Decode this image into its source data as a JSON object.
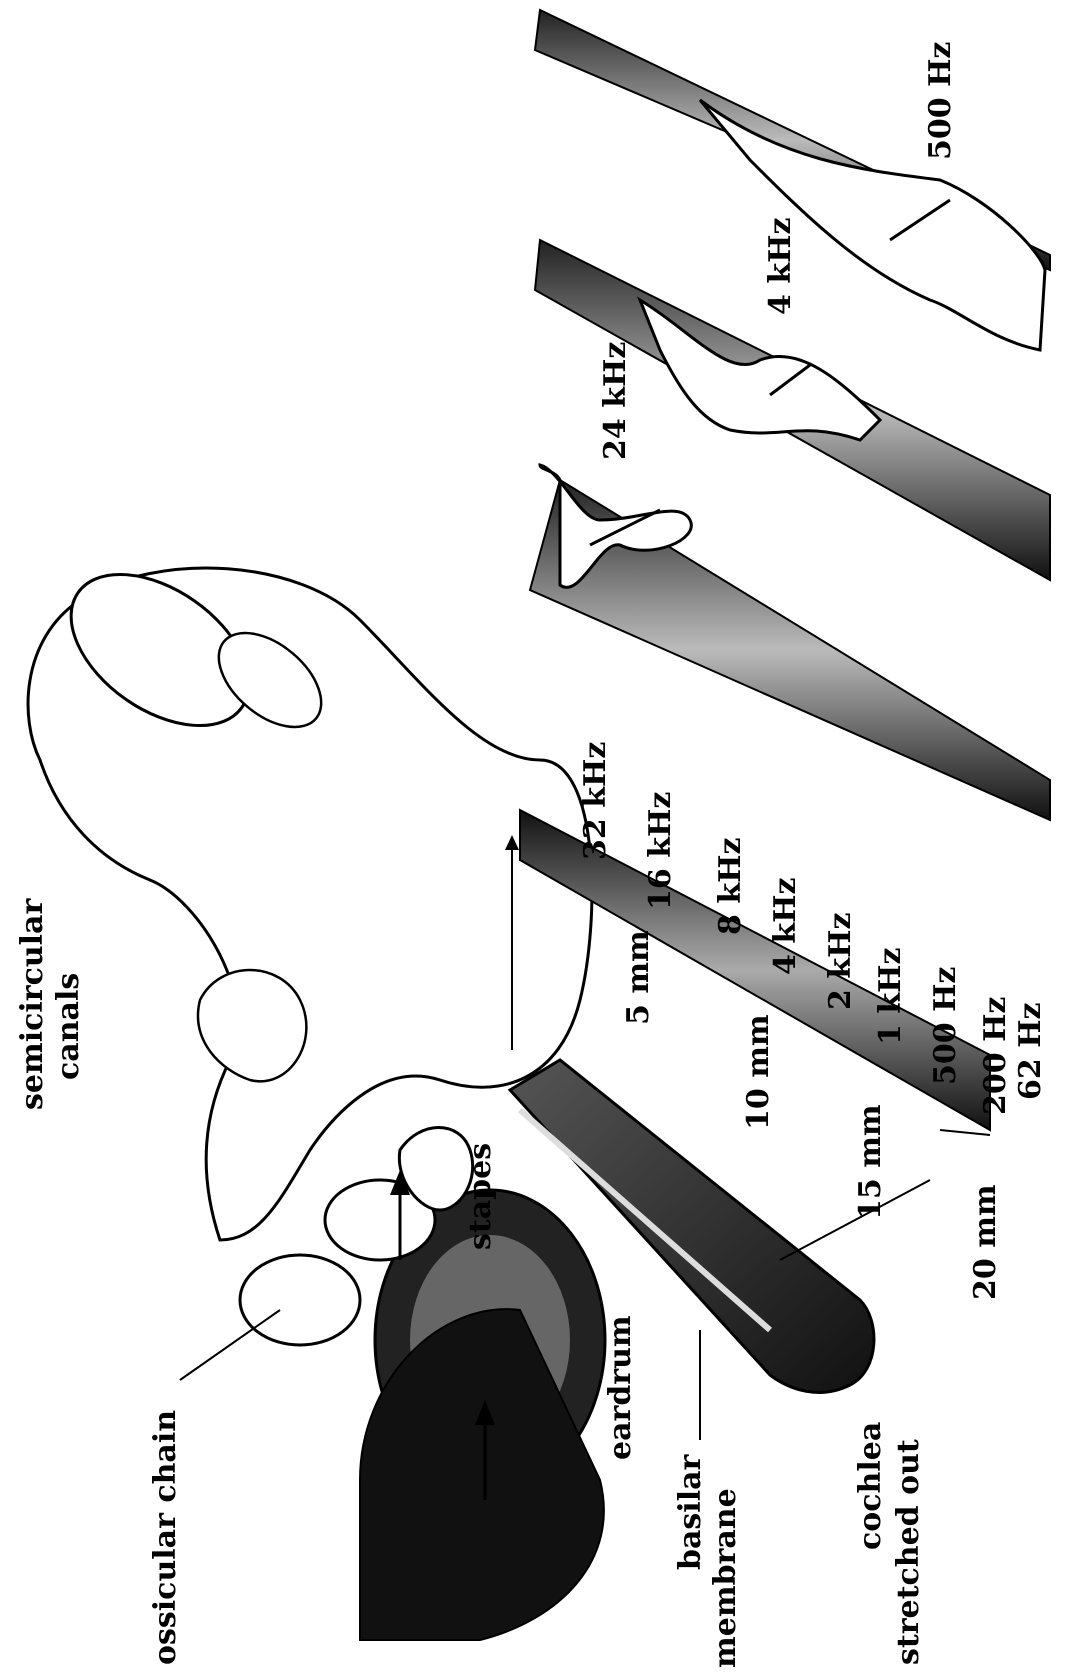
{
  "labels": {
    "semicircular_canals": [
      "semicircular",
      "canals"
    ],
    "ossicular_chain": "ossicular chain",
    "stapes": "stapes",
    "eardrum": "eardrum",
    "basilar_membrane": [
      "basilar",
      "membrane"
    ],
    "cochlea": [
      "cochlea",
      "stretched out"
    ]
  },
  "distances": [
    "5 mm",
    "10 mm",
    "15 mm",
    "20 mm"
  ],
  "frequency_scale": [
    "32 kHz",
    "16 kHz",
    "8 kHz",
    "4 kHz",
    "2 kHz",
    "1 kHz",
    "500 Hz",
    "200 Hz",
    "62 Hz"
  ],
  "wave_panels": [
    "24 kHz",
    "4 kHz",
    "500 Hz"
  ],
  "colors": {
    "ink": "#000000",
    "paper": "#ffffff"
  }
}
